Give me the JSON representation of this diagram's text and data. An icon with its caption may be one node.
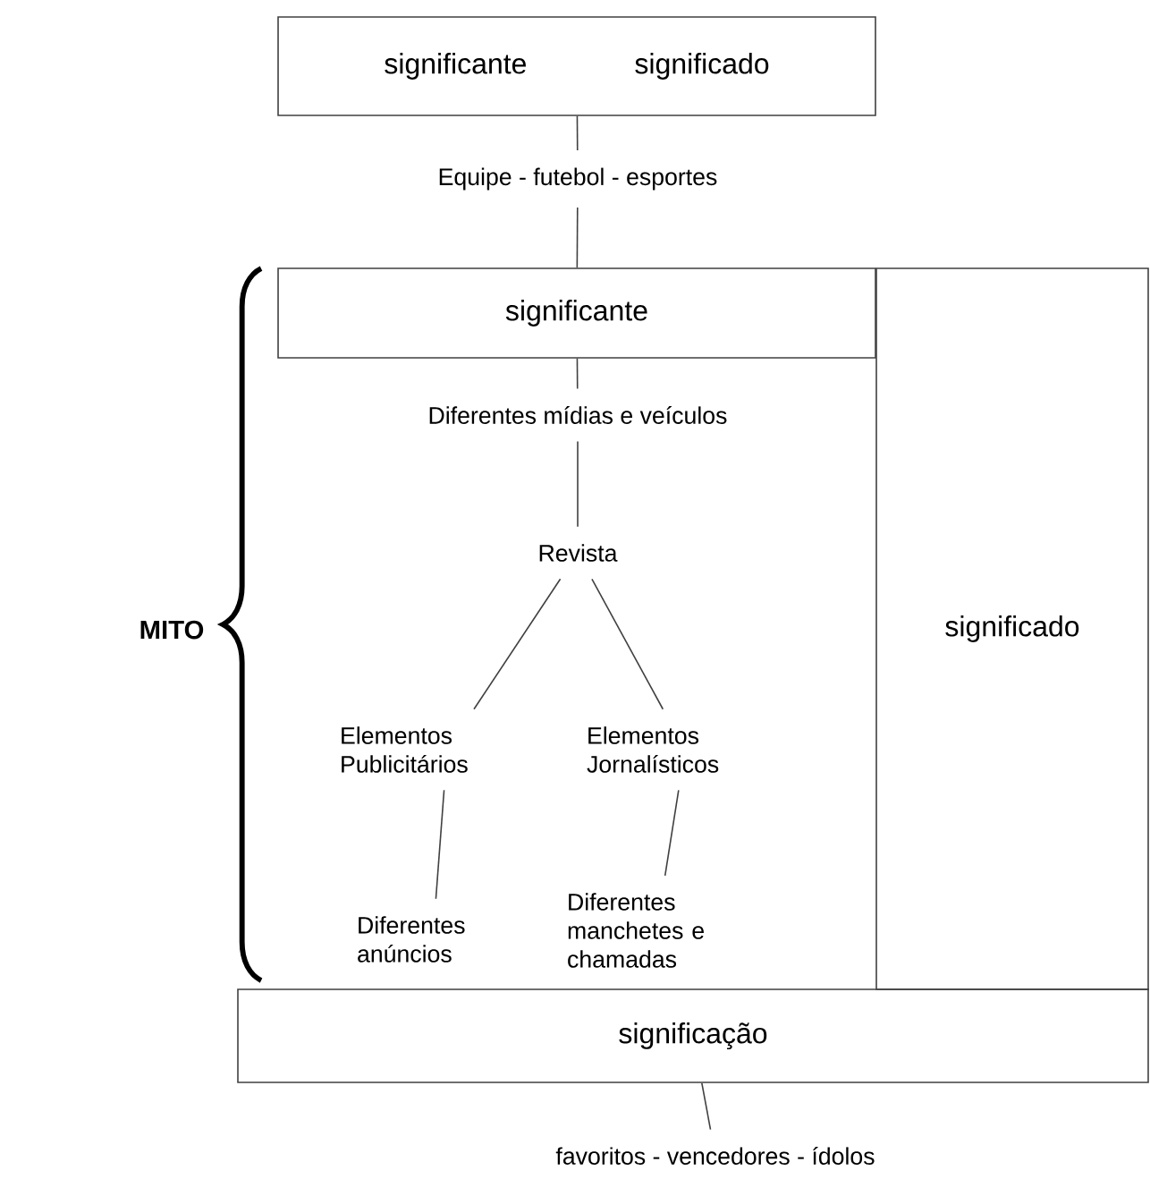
{
  "diagram": {
    "nodes": [
      {
        "text": [
          "significante",
          "significado"
        ]
      },
      {
        "text": [
          "Equipe - futebol - esportes"
        ]
      },
      {
        "text": [
          "significante"
        ]
      },
      {
        "text": [
          "significado"
        ]
      },
      {
        "text": [
          "Diferentes mídias e veículos"
        ]
      },
      {
        "text": [
          "Revista"
        ]
      },
      {
        "text": [
          "Elementos Publicitários"
        ]
      },
      {
        "text": [
          "Elementos Jornalísticos"
        ]
      },
      {
        "text": [
          "Diferentes anúncios"
        ]
      },
      {
        "text": [
          "Diferentes manchetes e chamadas"
        ]
      },
      {
        "text": [
          "significação"
        ]
      },
      {
        "text": [
          "favoritos - vencedores - ídolos"
        ]
      }
    ],
    "edges": [
      {
        "from": 0,
        "to": 1,
        "arrow": "none"
      },
      {
        "from": 1,
        "to": 2,
        "arrow": "none"
      },
      {
        "from": 2,
        "to": 4,
        "arrow": "none"
      },
      {
        "from": 4,
        "to": 5,
        "arrow": "none"
      },
      {
        "from": 5,
        "to": 6,
        "arrow": "none"
      },
      {
        "from": 5,
        "to": 7,
        "arrow": "none"
      },
      {
        "from": 6,
        "to": 8,
        "arrow": "none"
      },
      {
        "from": 7,
        "to": 9,
        "arrow": "none"
      },
      {
        "from": 10,
        "to": 11,
        "arrow": "none"
      }
    ],
    "labels": [
      "MITO"
    ]
  }
}
